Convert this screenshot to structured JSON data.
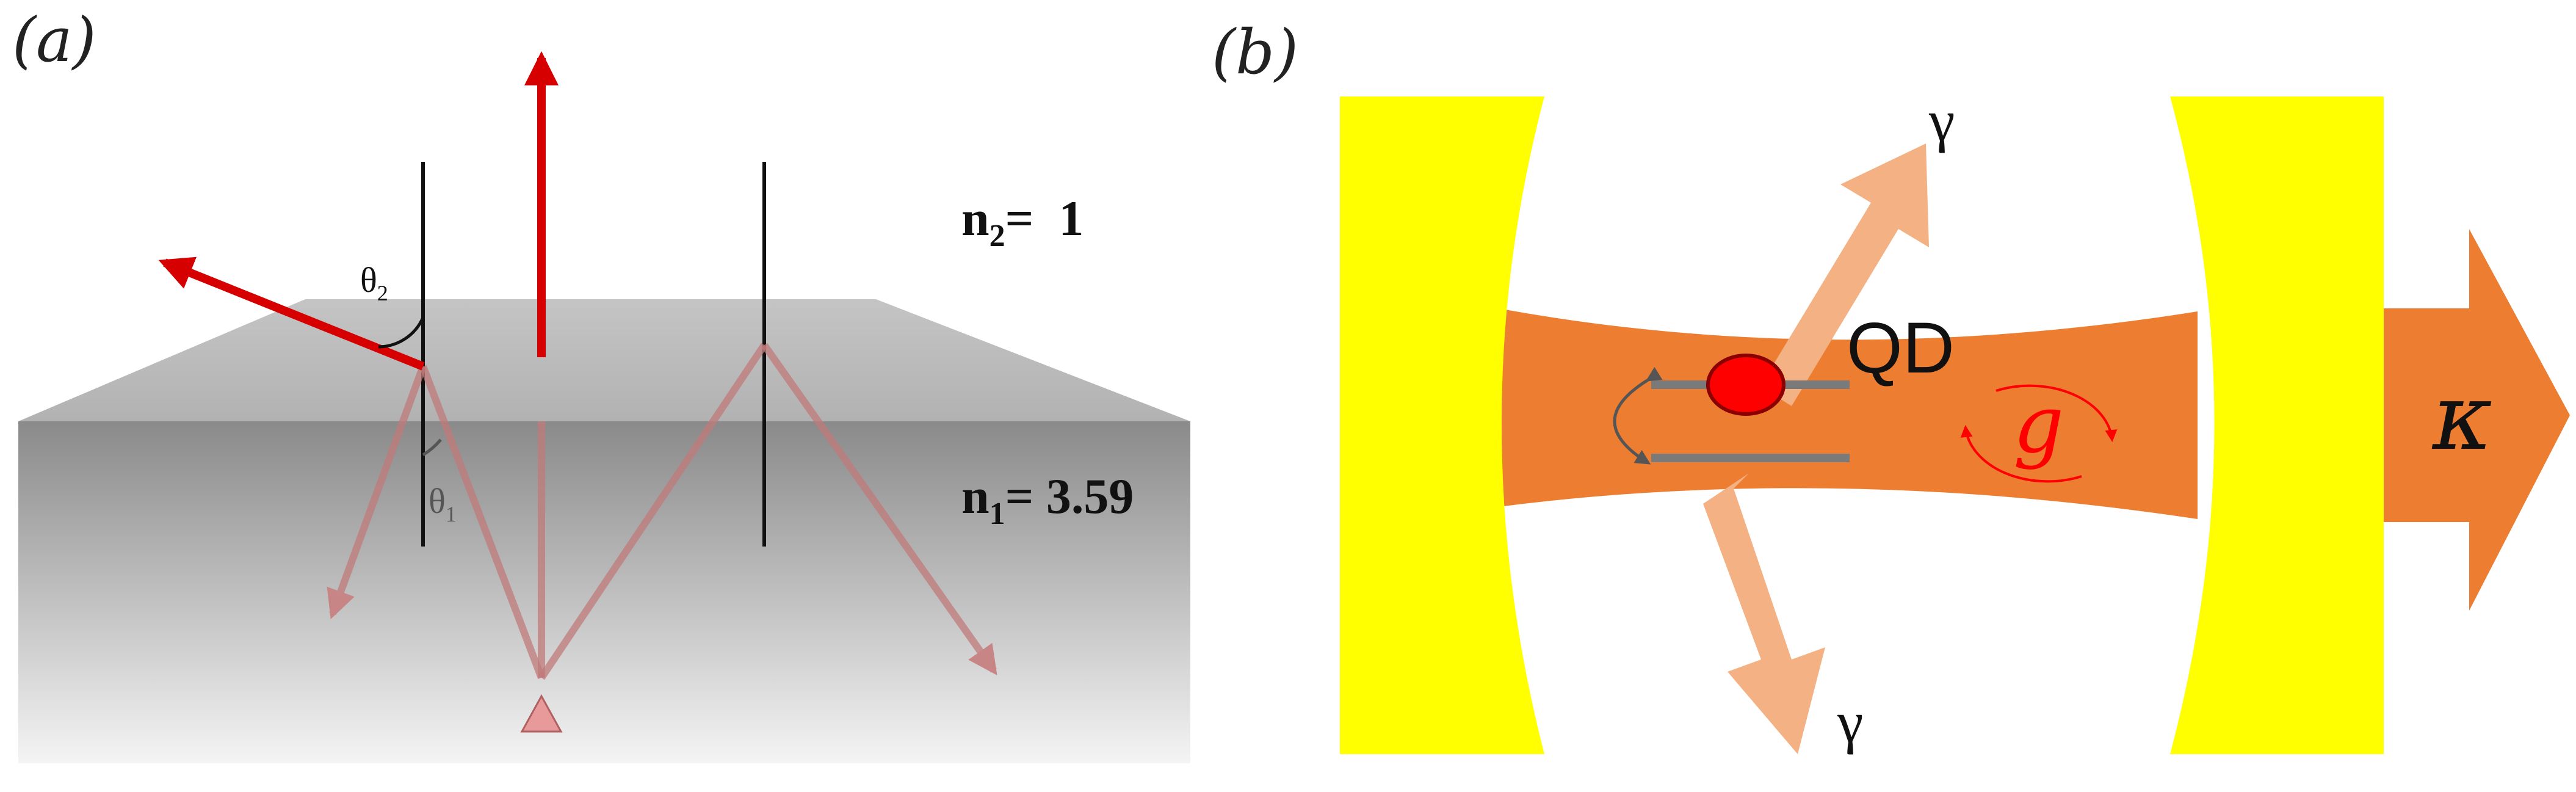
{
  "panel_a": {
    "label": "(a)",
    "n2_text": "n",
    "n2_sub": "2",
    "n2_value": "=  1",
    "n1_text": "n",
    "n1_sub": "1",
    "n1_value": "= 3.59",
    "theta2_text": "θ",
    "theta2_sub": "2",
    "theta1_text": "θ",
    "theta1_sub": "1"
  },
  "panel_b": {
    "label": "(b)",
    "gamma_top": "γ",
    "gamma_bottom": "γ",
    "qd_label": "QD",
    "g_label": "g",
    "kappa_label": "κ"
  },
  "colors": {
    "mirror": "#ffff00",
    "cavity_mode": "#ed7d31",
    "decay_arrow": "#f4b183",
    "qd_dot": "#ff0000",
    "coupling": "#ff0000",
    "ray": "#d60000"
  }
}
